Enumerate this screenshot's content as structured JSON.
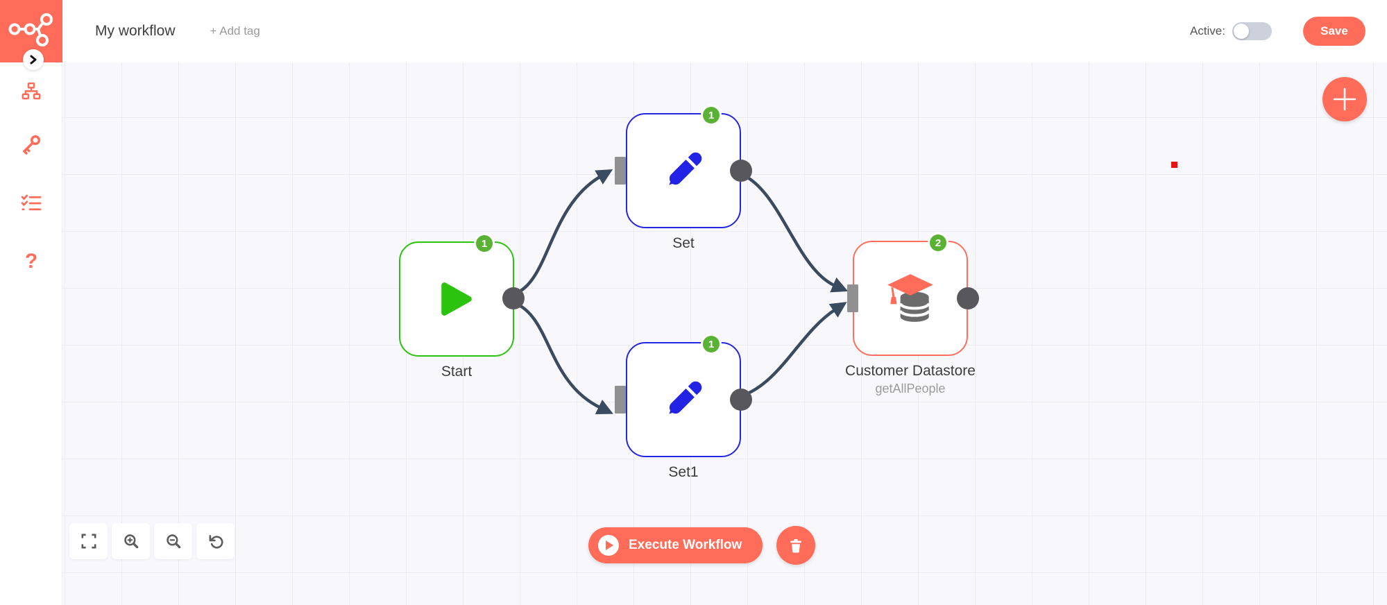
{
  "app": {
    "name": "n8n workflow editor"
  },
  "colors": {
    "accent": "#ff6d5a",
    "start_green": "#2bc30e",
    "set_blue": "#2526e0",
    "badge_green": "#5ab234",
    "connector": "#3a4b60",
    "port_bar_gray": "#909090",
    "port_dot_gray": "#58585c",
    "canvas_bg": "#f8f8fc"
  },
  "header": {
    "title": "My workflow",
    "add_tag_label": "+ Add tag",
    "active_label": "Active:",
    "active_state": "off",
    "save_label": "Save"
  },
  "sidebar": {
    "collapse_icon": "chevron-right-icon",
    "items": [
      {
        "name": "workflows",
        "icon": "workflow-tree-icon"
      },
      {
        "name": "credentials",
        "icon": "key-icon"
      },
      {
        "name": "executions",
        "icon": "checklist-icon"
      },
      {
        "name": "help",
        "icon": "question-mark-icon",
        "glyph": "?"
      }
    ]
  },
  "canvas": {
    "nodes": [
      {
        "name": "Start",
        "type": "start",
        "badge": "1",
        "icon": "play-icon"
      },
      {
        "name": "Set",
        "type": "set",
        "badge": "1",
        "icon": "pencil-icon"
      },
      {
        "name": "Set1",
        "type": "set",
        "badge": "1",
        "icon": "pencil-icon"
      },
      {
        "name": "Customer Datastore",
        "subtitle": "getAllPeople",
        "type": "datastore",
        "badge": "2",
        "icon": "graduation-database-icon"
      }
    ],
    "connections": [
      "Start → Set",
      "Start → Set1",
      "Set → Customer Datastore",
      "Set1 → Customer Datastore"
    ],
    "execute_button_label": "Execute Workflow",
    "zoom_controls": [
      "zoom-to-fit",
      "zoom-in",
      "zoom-out",
      "reset-zoom"
    ]
  }
}
